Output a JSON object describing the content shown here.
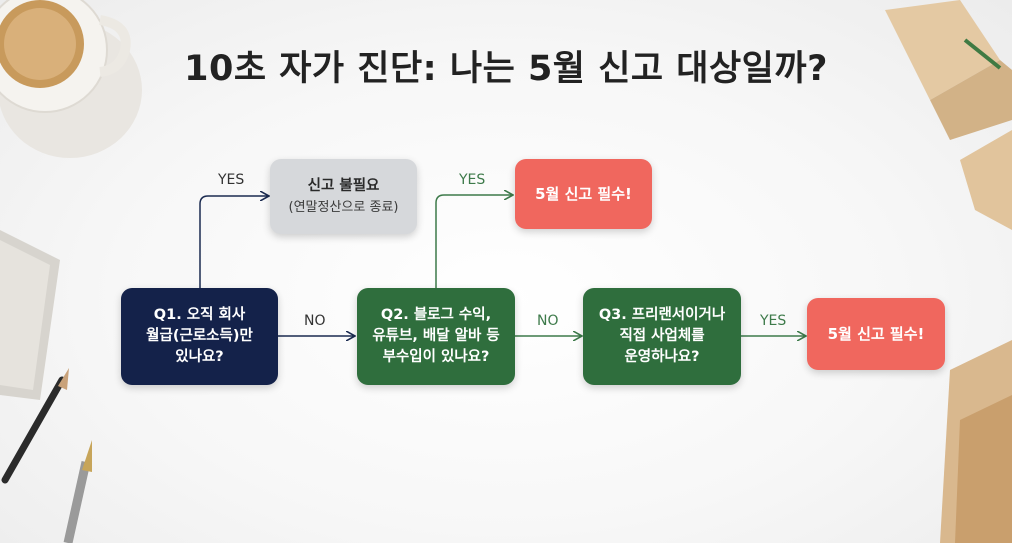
{
  "title": "10초 자가 진단: 나는 5월 신고 대상일까?",
  "nodes": {
    "q1": [
      "Q1. 오직 회사",
      "월급(근로소득)만",
      "있나요?"
    ],
    "q2": [
      "Q2. 블로그 수익,",
      "유튜브, 배달 알바 등",
      "부수입이 있나요?"
    ],
    "q3": [
      "Q3. 프리랜서이거나",
      "직접 사업체를",
      "운영하나요?"
    ],
    "no_report": {
      "title": "신고 불필요",
      "sub": "(연말정산으로 종료)"
    },
    "report_top": "5월 신고 필수!",
    "report_right": "5월 신고 필수!"
  },
  "edge_labels": {
    "q1_yes": "YES",
    "q1_no": "NO",
    "q2_yes": "YES",
    "q2_no": "NO",
    "q3_yes": "YES"
  },
  "colors": {
    "q1": "#14224a",
    "q2_q3": "#2f6e3d",
    "required": "#f0675e",
    "not_required": "#d6d8db"
  }
}
